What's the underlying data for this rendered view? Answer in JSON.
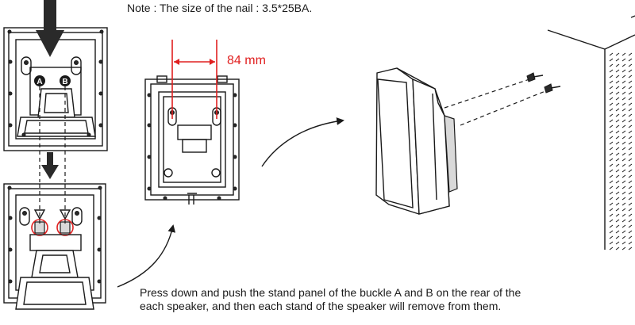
{
  "note": "Note : The size of the nail : 3.5*25BA.",
  "dimension": "84 mm",
  "instruction_line1": "Press down and push the stand panel of the buckle A and B on the rear of the",
  "instruction_line2": "each speaker, and then each stand of the speaker will remove from them.",
  "labels": {
    "a": "A",
    "b": "B"
  },
  "colors": {
    "annotation": "#e02020",
    "line": "#1a1a1a"
  }
}
